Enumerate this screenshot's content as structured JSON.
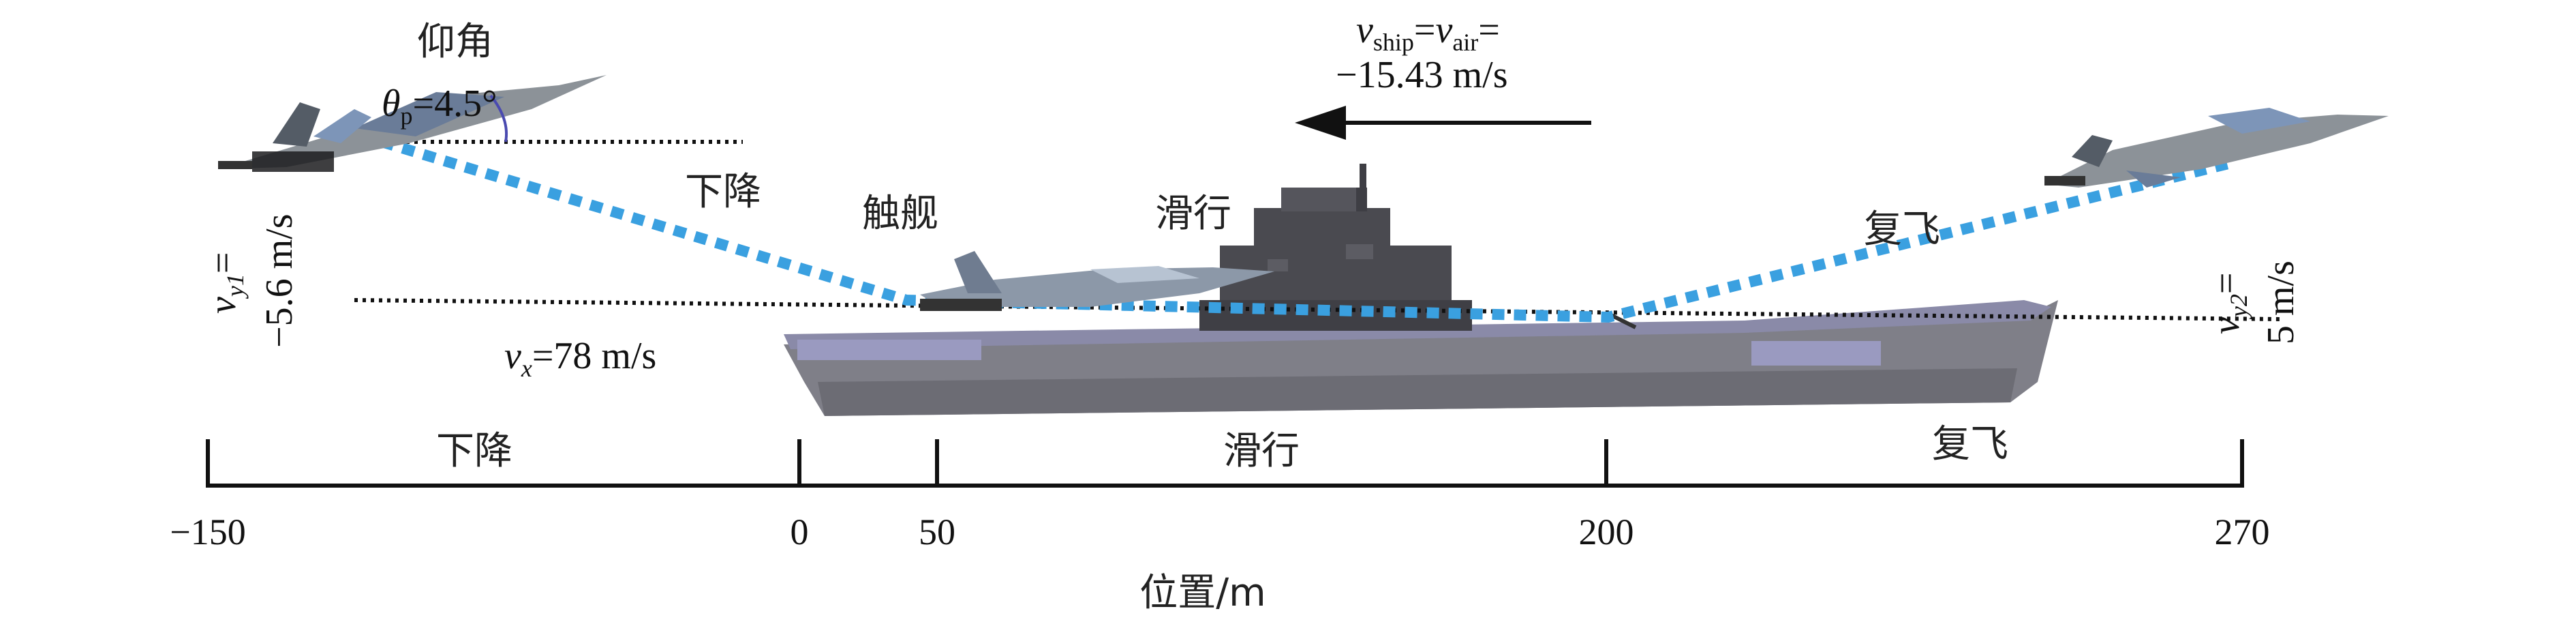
{
  "labels": {
    "pitch_title": "仰角",
    "pitch_symbol": "θ",
    "pitch_sub": "p",
    "pitch_value": "=4.5°",
    "ship_v1": "v",
    "ship_sub1": "ship",
    "ship_eq1": "=",
    "ship_v2": "v",
    "ship_sub2": "air",
    "ship_eq2": "=",
    "ship_value": "−15.43 m/s",
    "vx_symbol": "v",
    "vx_sub": "x",
    "vx_value": "=78 m/s",
    "vy1_symbol": "v",
    "vy1_sub": "y1",
    "vy1_eq": "=",
    "vy1_value": "−5.6 m/s",
    "vy2_symbol": "v",
    "vy2_sub": "y2",
    "vy2_eq": "=",
    "vy2_value": "5 m/s",
    "phase_descent": "下降",
    "phase_touchdown": "触舰",
    "phase_taxi": "滑行",
    "phase_goaround": "复飞"
  },
  "axis": {
    "title": "位置/m",
    "ticks": [
      "−150",
      "0",
      "50",
      "200",
      "270"
    ],
    "segments": [
      "下降",
      "滑行",
      "复飞"
    ]
  },
  "colors": {
    "trajectory": "#3aa0e0",
    "hull": "#7f7f88",
    "deck": "#8a8aa8",
    "island": "#4a4a50",
    "arrow": "#111111"
  }
}
